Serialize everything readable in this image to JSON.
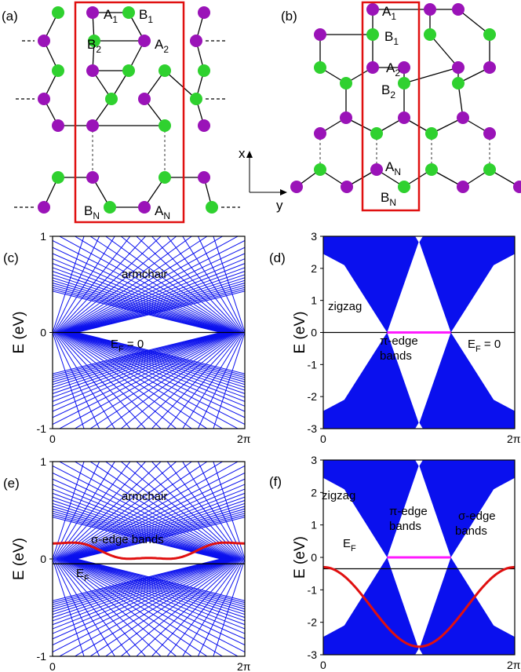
{
  "colors": {
    "atom_a": "#9a13b8",
    "atom_b": "#2fd12f",
    "unit_cell": "#e01010",
    "bulk_band": "#0a10ee",
    "pi_edge": "#ff1aff",
    "sigma_edge": "#e01010"
  },
  "lattice_panels": [
    {
      "id": "a",
      "label": "(a)",
      "site_labels": [
        {
          "text": "A",
          "sub": "1"
        },
        {
          "text": "B",
          "sub": "1"
        },
        {
          "text": "B",
          "sub": "2"
        },
        {
          "text": "A",
          "sub": "2"
        },
        {
          "text": "B",
          "sub": "N"
        },
        {
          "text": "A",
          "sub": "N"
        }
      ]
    },
    {
      "id": "b",
      "label": "(b)",
      "site_labels": [
        {
          "text": "A",
          "sub": "1"
        },
        {
          "text": "B",
          "sub": "1"
        },
        {
          "text": "A",
          "sub": "2"
        },
        {
          "text": "B",
          "sub": "2"
        },
        {
          "text": "A",
          "sub": "N"
        },
        {
          "text": "B",
          "sub": "N"
        }
      ]
    }
  ],
  "axes_indicator": {
    "x_label": "x",
    "y_label": "y"
  },
  "chart_data": [
    {
      "id": "c",
      "label": "(c)",
      "type": "area",
      "ylabel": "E (eV)",
      "ylim": [
        -1,
        1
      ],
      "yticks": [
        "1",
        "0",
        "-1"
      ],
      "xticks": [
        "0",
        "2π"
      ],
      "annotations": [
        "armchair"
      ],
      "fermi": {
        "text": "E",
        "sub": "F",
        "suffix": " = 0",
        "value": 0
      },
      "edge_bands": []
    },
    {
      "id": "d",
      "label": "(d)",
      "type": "area",
      "ylabel": "E (eV)",
      "ylim": [
        -3,
        3
      ],
      "yticks": [
        "3",
        "2",
        "1",
        "0",
        "-1",
        "-2",
        "-3"
      ],
      "xticks": [
        "0",
        "2π"
      ],
      "annotations": [
        "zigzag"
      ],
      "fermi": {
        "text": "E",
        "sub": "F",
        "suffix": " = 0",
        "value": 0
      },
      "edge_bands": [
        {
          "name": "π-edge bands",
          "kind": "flat",
          "k_range": [
            0.667,
            1.333
          ],
          "energy": 0
        }
      ]
    },
    {
      "id": "e",
      "label": "(e)",
      "type": "area",
      "ylabel": "E (eV)",
      "ylim": [
        -1,
        1
      ],
      "yticks": [
        "1",
        "0",
        "-1"
      ],
      "xticks": [
        "0",
        "2π"
      ],
      "annotations": [
        "armchair"
      ],
      "fermi": {
        "text": "E",
        "sub": "F",
        "suffix": "",
        "value": -0.05
      },
      "edge_bands": [
        {
          "name": "σ-edge bands",
          "kind": "cosine",
          "points": [
            [
              0,
              0.15
            ],
            [
              0.25,
              0.17
            ],
            [
              1,
              -0.06
            ],
            [
              1.75,
              0.17
            ],
            [
              2,
              0.15
            ]
          ]
        }
      ]
    },
    {
      "id": "f",
      "label": "(f)",
      "type": "area",
      "ylabel": "E (eV)",
      "ylim": [
        -3,
        3
      ],
      "yticks": [
        "3",
        "2",
        "1",
        "0",
        "-1",
        "-2",
        "-3"
      ],
      "xticks": [
        "0",
        "2π"
      ],
      "annotations": [
        "zigzag",
        "σ-edge bands"
      ],
      "fermi": {
        "text": "E",
        "sub": "F",
        "suffix": "",
        "value": -0.35
      },
      "edge_bands": [
        {
          "name": "π-edge bands",
          "kind": "flat",
          "k_range": [
            0.667,
            1.333
          ],
          "energy": 0
        },
        {
          "name": "σ-edge bands",
          "kind": "cosine",
          "points": [
            [
              0,
              -0.3
            ],
            [
              1,
              -2.75
            ],
            [
              2,
              -0.3
            ]
          ]
        }
      ]
    }
  ]
}
